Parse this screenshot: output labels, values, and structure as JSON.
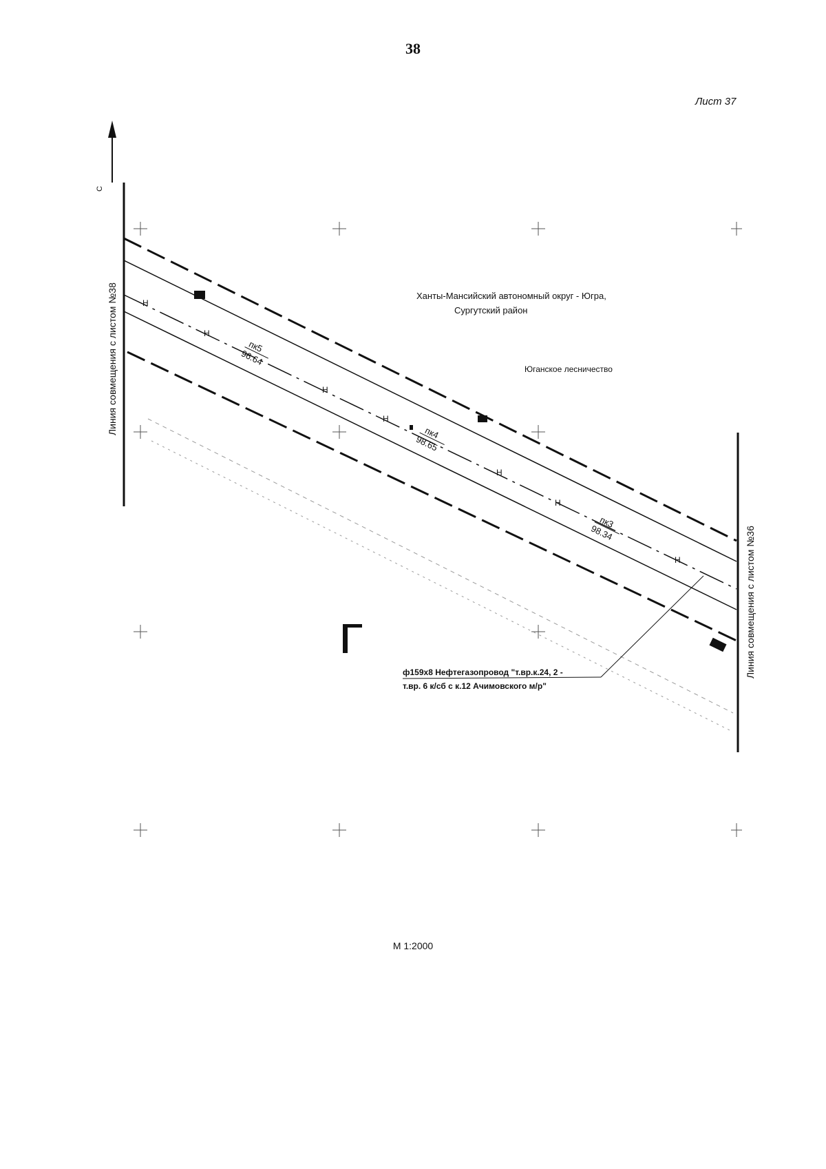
{
  "page_number": "38",
  "sheet_label": "Лист 37",
  "scale": "М 1:2000",
  "north_label": "С",
  "match_line_left": "Линия совмещения с листом №38",
  "match_line_right": "Линия совмещения с листом №36",
  "region": {
    "line1": "Ханты-Мансийский автономный округ - Югра,",
    "line2": "Сургутский район"
  },
  "forestry": "Юганское лесничество",
  "pickets": [
    {
      "pk": "пк5",
      "elev": "96.64"
    },
    {
      "pk": "пк4",
      "elev": "98.65"
    },
    {
      "pk": "пк3",
      "elev": "98.34"
    }
  ],
  "pipeline": {
    "line1": "ф159х8 Нефтегазопровод \"т.вр.к.24, 2 -",
    "line2": "т.вр. 6 к/сб с к.12 Ачимовского м/р\""
  },
  "colors": {
    "ink": "#111111",
    "faint": "#9a9a9a"
  }
}
